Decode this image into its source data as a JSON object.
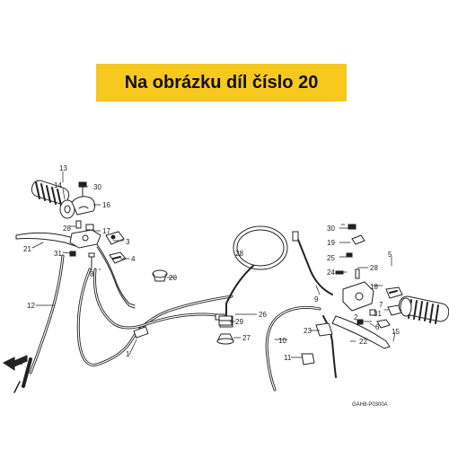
{
  "banner": {
    "text": "Na obrázku díl číslo 20",
    "color": "#f7c81e"
  },
  "diagram": {
    "code": "GAH8-P0300A",
    "direction_label": "FR.",
    "ink_color": "#222222",
    "part_numbers": [
      "1",
      "2",
      "3",
      "4",
      "5",
      "6",
      "7",
      "8",
      "9",
      "10",
      "11",
      "12",
      "13",
      "14",
      "15",
      "16",
      "17",
      "18",
      "19",
      "20",
      "21",
      "22",
      "23",
      "24",
      "25",
      "26",
      "27",
      "28",
      "28",
      "28",
      "29",
      "30",
      "30",
      "31",
      "31"
    ]
  }
}
